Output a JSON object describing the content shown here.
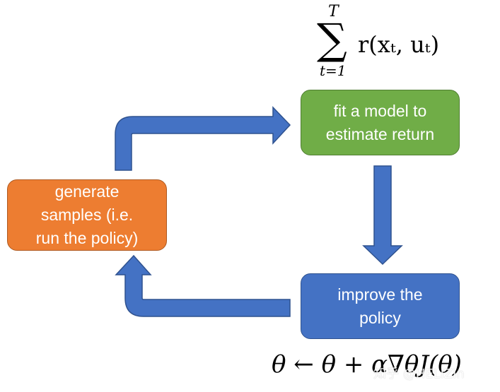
{
  "boxes": {
    "fit_model": {
      "lines": [
        "fit a model to",
        "estimate return"
      ],
      "color": "#70ad47"
    },
    "generate_samples": {
      "lines": [
        "generate",
        "samples (i.e.",
        "run the policy)"
      ],
      "color": "#ed7d31"
    },
    "improve_policy": {
      "lines": [
        "improve the",
        "policy"
      ],
      "color": "#4472c4"
    }
  },
  "arrow_color": "#4472c4",
  "math": {
    "sum_upper": "T",
    "sum_symbol": "∑",
    "sum_lower": "t=1",
    "sum_expression": "r(xₜ, uₜ)",
    "update_rule": "θ ← θ + α∇θJ(θ)"
  },
  "watermark": "知乎 @HELIZin"
}
